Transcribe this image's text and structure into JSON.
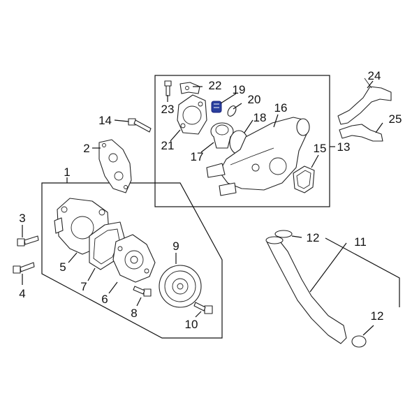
{
  "callouts": {
    "c1": "1",
    "c2": "2",
    "c3": "3",
    "c4": "4",
    "c5": "5",
    "c6": "6",
    "c7": "7",
    "c8": "8",
    "c9": "9",
    "c10": "10",
    "c11": "11",
    "c12a": "12",
    "c12b": "12",
    "c13": "13",
    "c14": "14",
    "c15": "15",
    "c16": "16",
    "c17": "17",
    "c18": "18",
    "c19": "19",
    "c20": "20",
    "c21": "21",
    "c22": "22",
    "c23": "23",
    "c24": "24",
    "c25": "25"
  },
  "colors": {
    "line": "#111111",
    "highlight": "#2a3f9e"
  }
}
